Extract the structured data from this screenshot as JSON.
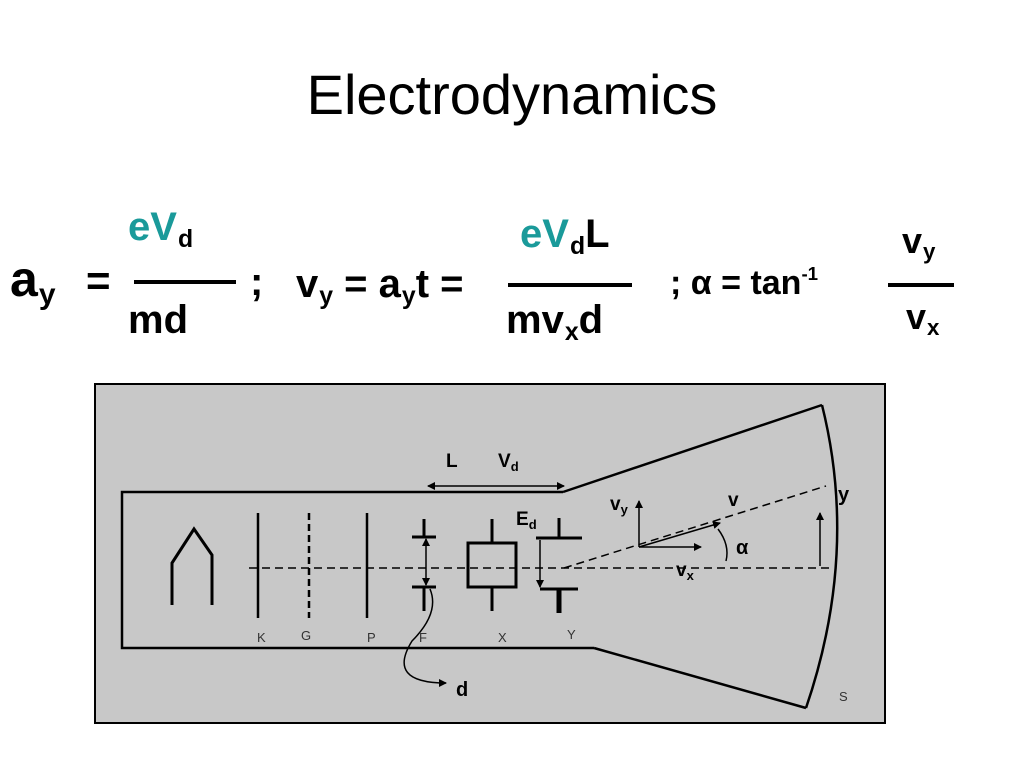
{
  "slide": {
    "title": "Electrodynamics"
  },
  "equations": {
    "eq1": {
      "lhs": "a",
      "lhs_sub": "y",
      "eq_sign": "=",
      "num_a": "eV",
      "num_sub": "d",
      "den": "md",
      "sep": ";"
    },
    "eq2": {
      "lhs": "v",
      "lhs_sub": "y",
      "mid_a": "= a",
      "mid_sub": "y",
      "mid_b": "t =",
      "num_a": "eV",
      "num_sub": "d",
      "num_b": "L",
      "den_a": "mv",
      "den_sub": "x",
      "den_b": "d"
    },
    "eq3": {
      "sep": ";",
      "alpha": "α",
      "rhs": "= tan",
      "rhs_sup": "-1",
      "num": "v",
      "num_sub": "y",
      "den": "v",
      "den_sub": "x"
    }
  },
  "diagram": {
    "labels": {
      "L": "L",
      "Vd": "V",
      "Vd_sub": "d",
      "Ed": "E",
      "Ed_sub": "d",
      "vy": "v",
      "vy_sub": "y",
      "v": "v",
      "vx": "v",
      "vx_sub": "x",
      "alpha": "α",
      "y": "y",
      "d": "d",
      "K": "K",
      "G": "G",
      "P": "P",
      "F": "F",
      "X": "X",
      "Y": "Y",
      "S": "S"
    },
    "colors": {
      "background": "#c8c8c8",
      "border": "#000000",
      "ink": "#000000"
    }
  }
}
